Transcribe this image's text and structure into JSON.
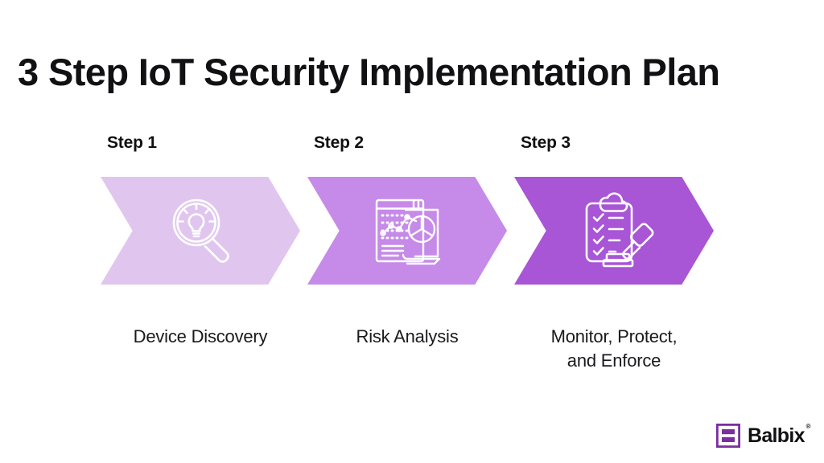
{
  "page": {
    "title": "3 Step IoT Security Implementation Plan",
    "background_color": "#ffffff",
    "title_color": "#111114"
  },
  "steps": [
    {
      "label": "Step 1",
      "caption_line1": "Device Discovery",
      "caption_line2": "",
      "color": "#e0c6ef",
      "icon": "magnifier-lightbulb-icon"
    },
    {
      "label": "Step 2",
      "caption_line1": "Risk Analysis",
      "caption_line2": "",
      "color": "#c68ae8",
      "icon": "analytics-dashboard-icon"
    },
    {
      "label": "Step 3",
      "caption_line1": "Monitor, Protect,",
      "caption_line2": "and Enforce",
      "color": "#a855d6",
      "icon": "clipboard-gavel-icon"
    }
  ],
  "logo": {
    "name": "Balbix",
    "registered_mark": "®",
    "mark_color": "#7b2f9e",
    "word_color": "#111114"
  }
}
